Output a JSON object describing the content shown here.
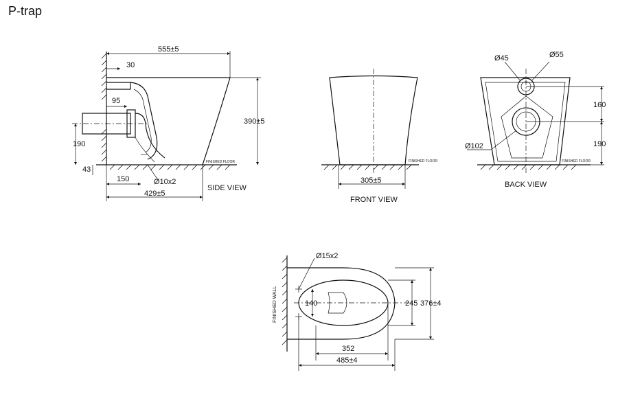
{
  "title": "P-trap",
  "side_view": {
    "label": "SIDE VIEW",
    "dim_total_depth": "555±5",
    "dim_inlet_offset": "30",
    "dim_outlet_offset": "95",
    "dim_outlet_height": "190",
    "dim_base": "43",
    "dim_fix_offset": "150",
    "dim_fix_hole": "Ø10x2",
    "dim_footprint": "429±5",
    "dim_height": "390±5",
    "floor_note": "FINISHED FLOOR"
  },
  "front_view": {
    "label": "FRONT VIEW",
    "dim_width": "305±5",
    "floor_note": "FINISHED FLOOR"
  },
  "back_view": {
    "label": "BACK VIEW",
    "dim_inlet_dia": "Ø45",
    "dim_spud_dia": "Ø55",
    "dim_outlet_dia": "Ø102",
    "dim_upper": "160",
    "dim_lower": "190",
    "floor_note": "FINISHED FLOOR"
  },
  "top_view": {
    "wall_label": "FINISHED WALL",
    "dim_fix_hole": "Ø15x2",
    "dim_fix_spacing": "140",
    "dim_inner_width": "245",
    "dim_outer_width": "376±4",
    "dim_inner_length": "352",
    "dim_outer_length": "485±4"
  }
}
